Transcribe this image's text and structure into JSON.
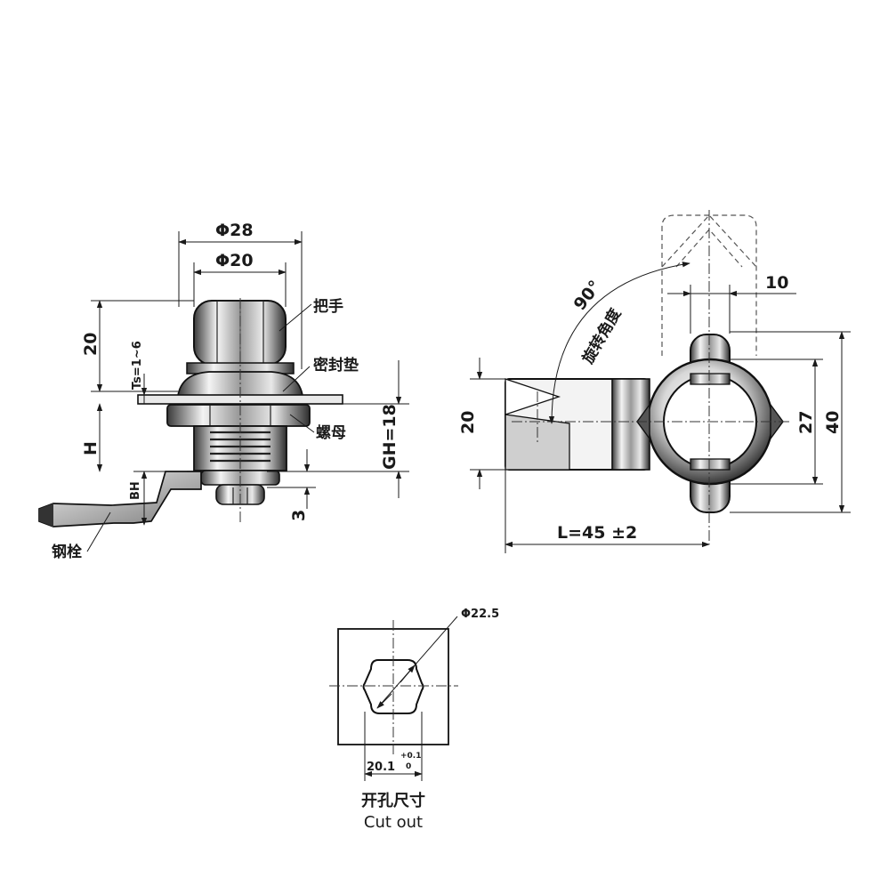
{
  "side_view": {
    "dia_outer": "Φ28",
    "dia_inner": "Φ20",
    "dim_20": "20",
    "dim_ts": "Ts=1~6",
    "dim_h": "H",
    "dim_bh": "BH",
    "dim_3": "3",
    "dim_gh": "GH=18",
    "label_handle": "把手",
    "label_gasket": "密封垫",
    "label_nut": "螺母",
    "label_cam": "钢栓"
  },
  "front_view": {
    "angle": "90°",
    "label_rotation": "旋转角度",
    "dim_10": "10",
    "dim_20": "20",
    "dim_27": "27",
    "dim_40": "40",
    "dim_l": "L=45 ±2"
  },
  "cutout": {
    "dia": "Φ22.5",
    "width": "20.1",
    "tol_upper": "+0.1",
    "tol_lower": "0",
    "caption_cn": "开孔尺寸",
    "caption_en": "Cut out"
  }
}
